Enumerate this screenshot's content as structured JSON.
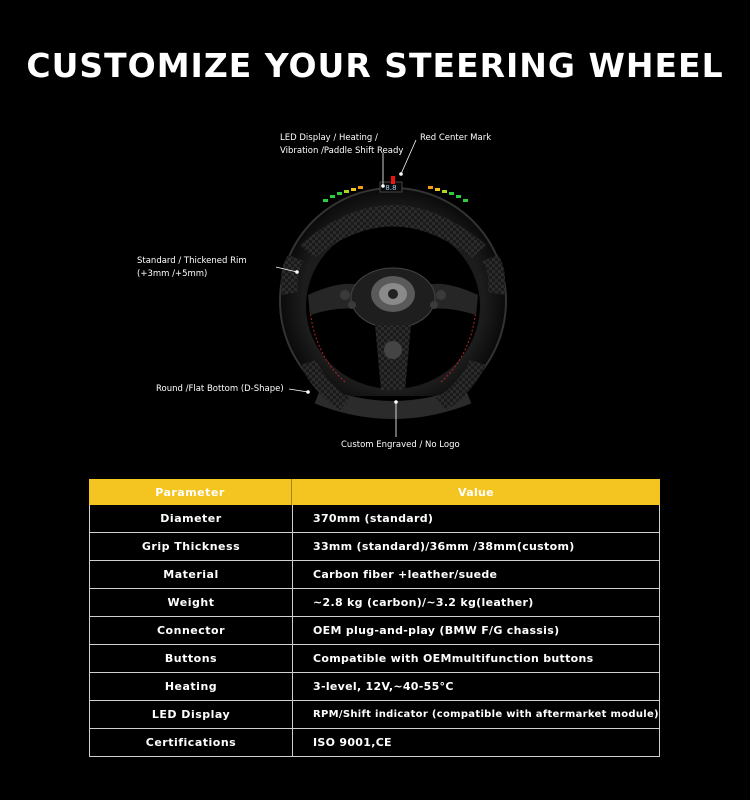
{
  "title": "CUSTOMIZE YOUR STEERING WHEEL",
  "callouts": {
    "led_line1": "LED Display / Heating /",
    "led_line2": "Vibration /Paddle Shift Ready",
    "red_mark": "Red Center Mark",
    "rim_line1": "Standard / Thickened Rim",
    "rim_line2": "(+3mm /+5mm)",
    "bottom": "Round /Flat Bottom (D-Shape)",
    "logo": "Custom Engraved / No Logo"
  },
  "table": {
    "header": {
      "param": "Parameter",
      "value": "Value"
    },
    "rows": [
      {
        "param": "Diameter",
        "value": "370mm (standard)"
      },
      {
        "param": "Grip Thickness",
        "value": "33mm (standard)/36mm /38mm(custom)"
      },
      {
        "param": "Material",
        "value": "Carbon fiber +leather/suede"
      },
      {
        "param": "Weight",
        "value": "~2.8 kg (carbon)/~3.2 kg(leather)"
      },
      {
        "param": "Connector",
        "value": "OEM plug-and-play (BMW F/G chassis)"
      },
      {
        "param": "Buttons",
        "value": "Compatible with OEMmultifunction buttons"
      },
      {
        "param": "Heating",
        "value": "3-level, 12V,~40-55°C"
      },
      {
        "param": "LED Display",
        "value": "RPM/Shift indicator (compatible with aftermarket  module)"
      },
      {
        "param": "Certifications",
        "value": "ISO 9001,CE"
      }
    ]
  },
  "colors": {
    "accent": "#f4c521",
    "background": "#000000"
  }
}
